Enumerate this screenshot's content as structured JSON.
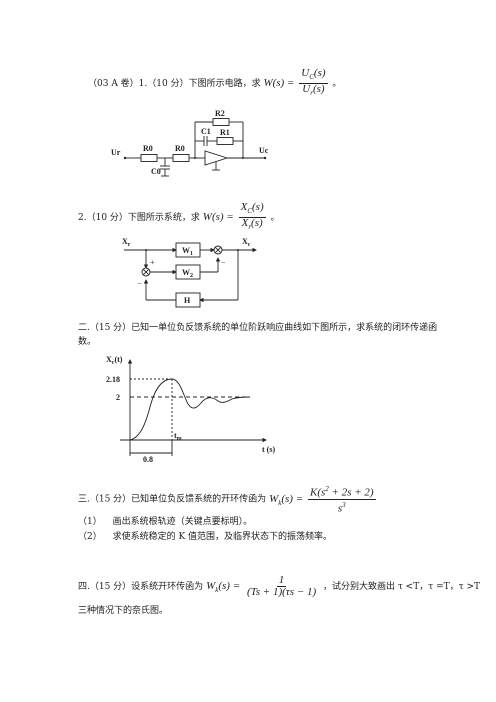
{
  "q1": {
    "prefix": "（03 A 卷）1.（10 分）下图所示电路，求",
    "formula_lhs": "W(s) =",
    "num": "U",
    "num_sub": "C",
    "num_tail": "(s)",
    "den": "U",
    "den_sub": "r",
    "den_tail": "(s)",
    "suffix": "。",
    "circuit": {
      "labels": [
        "R2",
        "C1",
        "R1",
        "Ur",
        "R0",
        "R0",
        "Uc",
        "C0"
      ]
    }
  },
  "q2": {
    "prefix": "2.（10 分）下图所示系统，求",
    "formula_lhs": "W(s) =",
    "num": "X",
    "num_sub": "C",
    "num_tail": "(s)",
    "den": "X",
    "den_sub": "r",
    "den_tail": "(s)",
    "suffix": "。",
    "diagram": {
      "xr": "X",
      "xr_sub": "r",
      "xc": "X",
      "xc_sub": "c",
      "w1": "W",
      "w1_sub": "1",
      "w2": "W",
      "w2_sub": "2",
      "h": "H",
      "plus": "+",
      "minus1": "−",
      "minus2": "−"
    }
  },
  "q3": {
    "text_line1": "二.（15 分）已知一单位负反馈系统的单位阶跃响应曲线如下图所示，求系统的闭环传递函",
    "text_line2": "数。",
    "graph": {
      "ylabel": "X",
      "ylabel_sub": "c",
      "ylabel_tail": "(t)",
      "peak_label": "2.18",
      "steady_label": "2",
      "tm_label": "t",
      "tm_sub": "m",
      "x_axis_label": "t (s)",
      "interval_label": "0.8"
    }
  },
  "q4": {
    "prefix": "三.（15 分）已知单位负反馈系统的开环传函为",
    "lhs": "W",
    "lhs_sub": "k",
    "lhs_tail": "(s) =",
    "num": "K(s",
    "num_sup": "2",
    "num_tail": " + 2s + 2)",
    "den": "s",
    "den_sup": "3",
    "items": [
      {
        "no": "（1）",
        "text": "画出系统根轨迹（关键点要标明）。"
      },
      {
        "no": "（2）",
        "text": "求使系统稳定的 K 值范围，及临界状态下的振荡频率。"
      }
    ]
  },
  "q5": {
    "prefix": "四.（15 分）设系统开环传函为",
    "lhs": "W",
    "lhs_sub": "k",
    "lhs_tail": "(s) =",
    "num": "1",
    "den": "(Ts + 1)(τs − 1)",
    "suffix": "，试分别大致画出 τ <T，τ =T，τ >T",
    "line2": "三种情况下的奈氏图。"
  }
}
